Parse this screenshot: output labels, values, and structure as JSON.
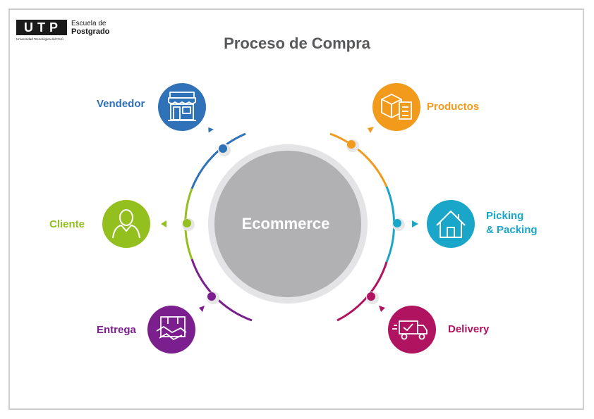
{
  "logo": {
    "mark": "UTP",
    "line1": "Escuela de",
    "line2": "Postgrado",
    "subtitle": "Universidad Tecnológica del Perú"
  },
  "title": "Proceso de Compra",
  "center": {
    "label": "Ecommerce",
    "color": "#b1b1b3"
  },
  "nodes": [
    {
      "id": "vendedor",
      "label": "Vendedor",
      "color": "#2f72b7",
      "icon": "storefront-icon"
    },
    {
      "id": "productos",
      "label": "Productos",
      "color": "#f29a1c",
      "icon": "box-checklist-icon"
    },
    {
      "id": "picking",
      "label_line1": "Picking",
      "label_line2": "& Packing",
      "color": "#1aa6c8",
      "icon": "house-icon"
    },
    {
      "id": "delivery",
      "label": "Delivery",
      "color": "#b0135f",
      "icon": "delivery-truck-icon"
    },
    {
      "id": "entrega",
      "label": "Entrega",
      "color": "#7b1f8e",
      "icon": "handshake-box-icon"
    },
    {
      "id": "cliente",
      "label": "Cliente",
      "color": "#93bf1f",
      "icon": "person-icon"
    }
  ]
}
